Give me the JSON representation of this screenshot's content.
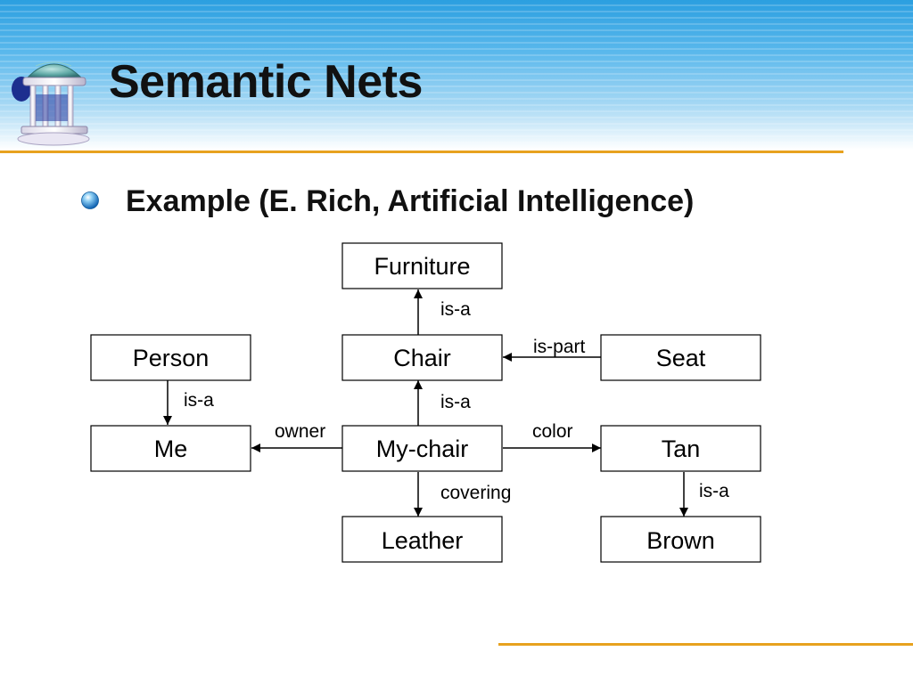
{
  "slide": {
    "title": "Semantic Nets",
    "bullet": "Example (E. Rich, Artificial Intelligence)"
  },
  "diagram": {
    "nodes": {
      "furniture": "Furniture",
      "person": "Person",
      "chair": "Chair",
      "seat": "Seat",
      "me": "Me",
      "my_chair": "My-chair",
      "tan": "Tan",
      "leather": "Leather",
      "brown": "Brown"
    },
    "edges": {
      "chair_furniture": "is-a",
      "seat_chair": "is-part",
      "person_me": "is-a",
      "mychair_chair": "is-a",
      "mychair_me": "owner",
      "mychair_tan": "color",
      "mychair_leather": "covering",
      "tan_brown": "is-a"
    }
  },
  "colors": {
    "accent_rule": "#e7a21f",
    "header_blue": "#2b9fe0"
  },
  "icons": {
    "logo": "old-well-gazebo-icon",
    "bullet": "blue-sphere-bullet-icon"
  }
}
